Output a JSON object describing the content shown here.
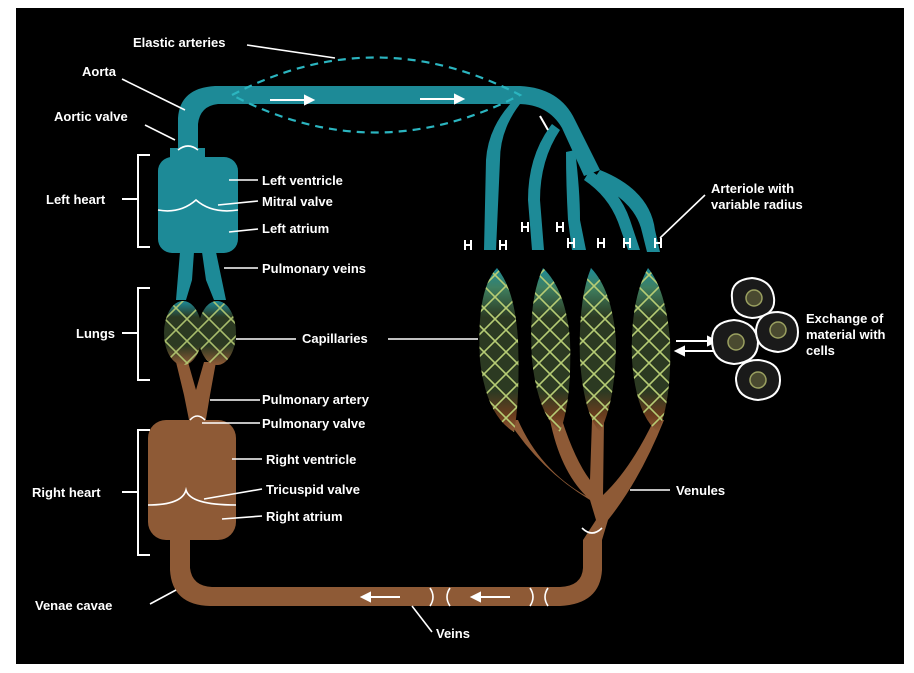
{
  "colors": {
    "background": "#000000",
    "arterial": "#1d8a97",
    "arterial_light": "#2aa3b0",
    "venous": "#8e5a36",
    "venous_light": "#a8703f",
    "capillary_green": "#a9c267",
    "capillary_orange": "#c46a2a",
    "dashed": "#2bb5c0",
    "label": "#ffffff"
  },
  "labels": {
    "elastic_arteries": "Elastic arteries",
    "aorta": "Aorta",
    "aortic_valve": "Aortic valve",
    "left_heart": "Left heart",
    "left_ventricle": "Left ventricle",
    "mitral_valve": "Mitral valve",
    "left_atrium": "Left atrium",
    "pulmonary_veins": "Pulmonary veins",
    "lungs": "Lungs",
    "capillaries": "Capillaries",
    "pulmonary_artery": "Pulmonary artery",
    "pulmonary_valve": "Pulmonary valve",
    "right_heart": "Right heart",
    "right_ventricle": "Right ventricle",
    "tricuspid_valve": "Tricuspid valve",
    "right_atrium": "Right atrium",
    "venae_cavae": "Venae cavae",
    "veins": "Veins",
    "venules": "Venules",
    "arteriole_line1": "Arteriole with",
    "arteriole_line2": "variable radius",
    "exchange_line1": "Exchange of",
    "exchange_line2": "material with",
    "exchange_line3": "cells"
  }
}
